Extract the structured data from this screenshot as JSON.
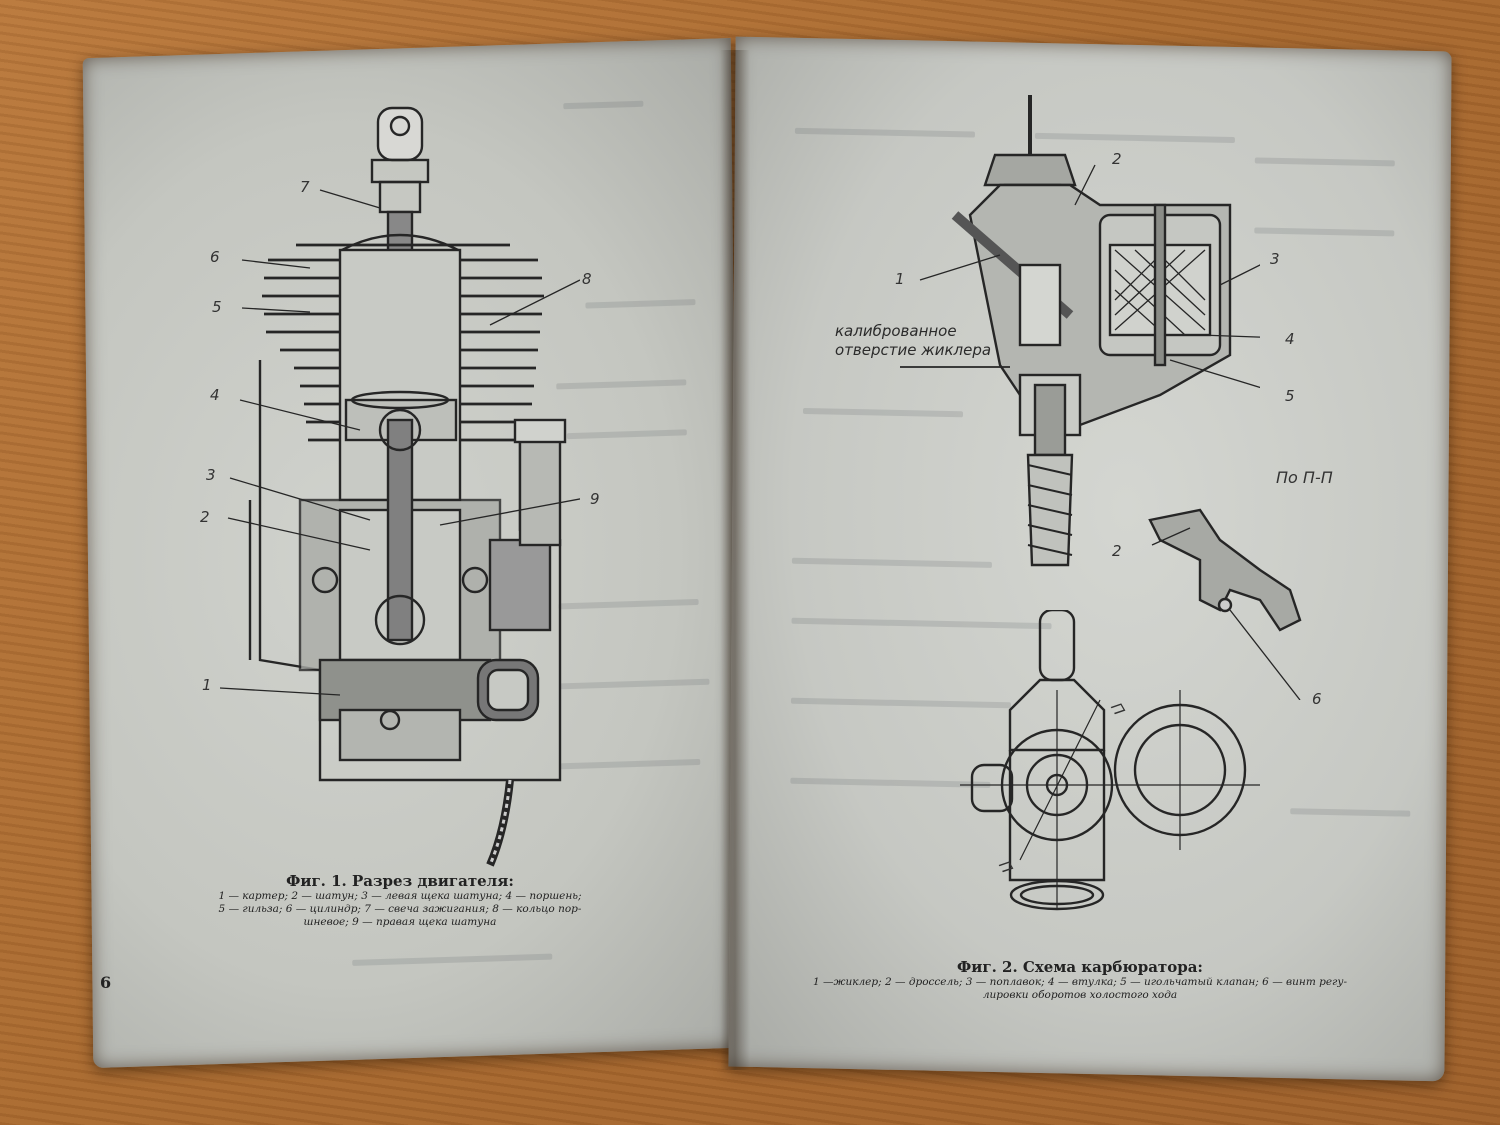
{
  "left_page": {
    "page_number": "6",
    "figure": {
      "title": "Фиг. 1. Разрез двигателя:",
      "legend_lines": [
        "1 — картер; 2 — шатун; 3 — левая щека шатуна; 4 — поршень;",
        "5 — гильза; 6 — цилиндр; 7 — свеча зажигания; 8 — кольцо пор-",
        "шневое; 9 — правая щека шатуна"
      ],
      "callouts": [
        "1",
        "2",
        "3",
        "4",
        "5",
        "6",
        "7",
        "8",
        "9"
      ]
    }
  },
  "right_page": {
    "figure": {
      "title": "Фиг. 2. Схема карбюратора:",
      "legend_lines": [
        "1 —жиклер; 2 — дроссель; 3 — поплавок; 4 — втулка; 5 — игольчатый клапан; 6 — винт регу-",
        "лировки оборотов холостого хода"
      ],
      "annotation_lines": [
        "калиброванное",
        "отверстие жиклера"
      ],
      "section_label": "По П-П",
      "section_marks": [
        "П",
        "П"
      ],
      "callouts": [
        "1",
        "2",
        "3",
        "4",
        "5",
        "2",
        "6"
      ]
    }
  }
}
